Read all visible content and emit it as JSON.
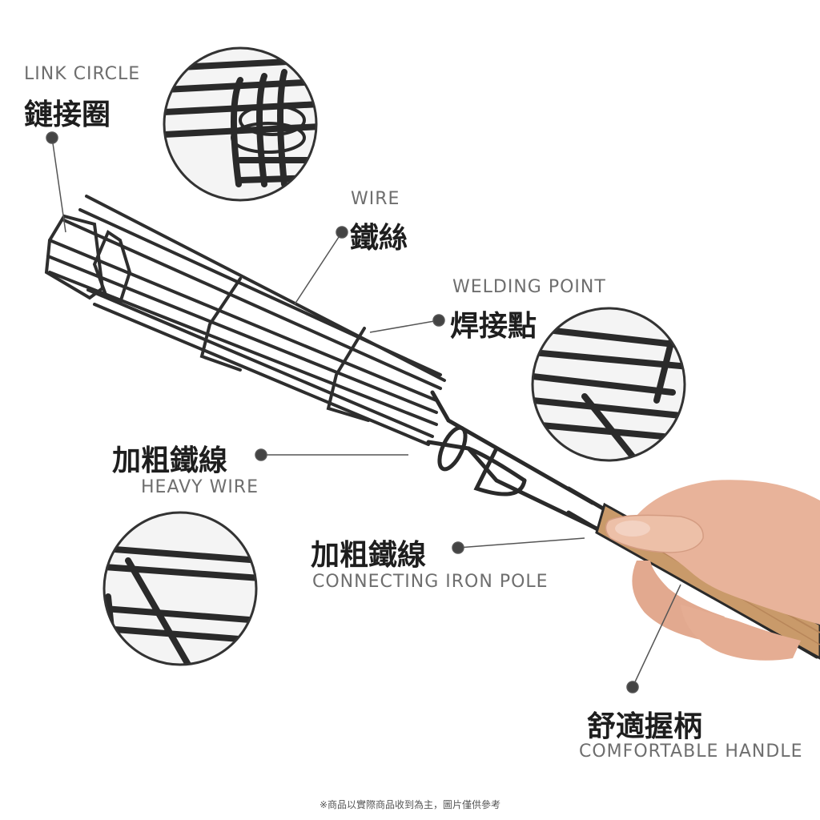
{
  "labels": {
    "link_circle": {
      "en": "LINK CIRCLE",
      "zh": "鏈接圈"
    },
    "wire": {
      "en": "WIRE",
      "zh": "鐵絲"
    },
    "welding_point": {
      "en": "WELDING POINT",
      "zh": "焊接點"
    },
    "heavy_wire": {
      "en": "HEAVY WIRE",
      "zh": "加粗鐵線"
    },
    "iron_pole": {
      "en": "CONNECTING IRON POLE",
      "zh": "加粗鐵線"
    },
    "handle": {
      "en": "COMFORTABLE HANDLE",
      "zh": "舒適握柄"
    }
  },
  "footnote": "※商品以實際商品收到為主，圖片僅供參考",
  "colors": {
    "wire": "#2e2e2e",
    "handle_wood": "#c99a6a",
    "skin": "#e8b39a",
    "en_text": "#6e6e6e",
    "zh_text": "#1e1e1e"
  }
}
